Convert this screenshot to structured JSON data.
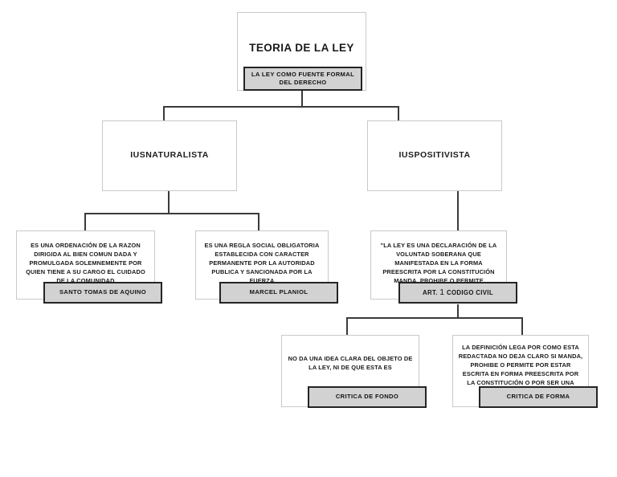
{
  "diagram": {
    "type": "hierarchical-flowchart",
    "title": "TEORIA DE LA LEY",
    "nodes": {
      "root": {
        "title": "TEORIA DE LA LEY",
        "label": "LA LEY COMO FUENTE FORMAL DEL DERECHO"
      },
      "iusnaturalista": {
        "title": "IUSNATURALISTA"
      },
      "iuspositivista": {
        "title": "IUSPOSITIVISTA"
      },
      "aquino": {
        "body": "ES UNA ORDENACIÓN DE LA RAZON DIRIGIDA AL BIEN COMUN DADA Y PROMULGADA SOLEMNEMENTE POR QUIEN TIENE A SU CARGO EL CUIDADO DE LA COMUNIDAD",
        "label": "SANTO TOMAS DE AQUINO"
      },
      "planiol": {
        "body": "ES UNA REGLA SOCIAL OBLIGATORIA ESTABLECIDA CON CARACTER PERMANENTE POR LA AUTORIDAD PUBLICA Y SANCIONADA POR LA FUERZA",
        "label": "MARCEL PLANIOL"
      },
      "codigo_civil": {
        "body": "\"LA LEY ES UNA DECLARACIÓN DE LA VOLUNTAD SOBERANA QUE MANIFESTADA EN LA FORMA PREESCRITA POR LA CONSTITUCIÓN MANDA, PROHIBE O PERMITE",
        "label_prefix": "ART. ",
        "label_number": "1",
        "label_suffix": " CODIGO CIVIL"
      },
      "critica_fondo": {
        "body": "NO DA UNA IDEA CLARA DEL OBJETO DE LA LEY, NI DE QUE ESTA ES",
        "label": "CRITICA DE FONDO"
      },
      "critica_forma": {
        "body": "LA DEFINICIÓN LEGA POR COMO ESTA REDACTADA NO DEJA CLARO SI MANDA, PROHIBE O PERMITE POR ESTAR ESCRITA EN FORMA PREESCRITA POR LA CONSTITUCIÓN O POR SER UNA VOLUNTAD SOBERANA",
        "label": "CRITICA DE FORMA"
      }
    },
    "colors": {
      "plate_fill": "#d2d2d2",
      "plate_border": "#242424",
      "box_border": "#c9c9c9",
      "connector": "#3a3a3a",
      "background": "#ffffff",
      "text": "#1a1a1a"
    }
  }
}
